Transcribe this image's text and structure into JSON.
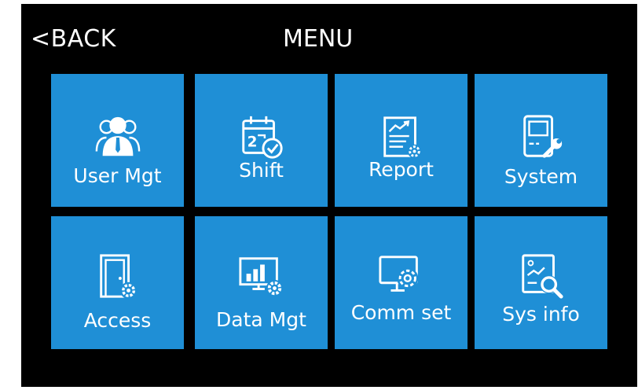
{
  "header": {
    "back_label": "<BACK",
    "title": "MENU"
  },
  "tiles": [
    {
      "label": "User Mgt",
      "icon": "users-icon"
    },
    {
      "label": "Shift",
      "icon": "calendar-check-icon"
    },
    {
      "label": "Report",
      "icon": "report-chart-icon"
    },
    {
      "label": "System",
      "icon": "device-wrench-icon"
    },
    {
      "label": "Access",
      "icon": "door-gear-icon"
    },
    {
      "label": "Data Mgt",
      "icon": "monitor-bar-chart-gear-icon"
    },
    {
      "label": "Comm set",
      "icon": "monitor-gear-icon"
    },
    {
      "label": "Sys info",
      "icon": "document-search-icon"
    }
  ],
  "colors": {
    "background": "#000000",
    "tile": "#1f8fd6",
    "text": "#ffffff"
  }
}
